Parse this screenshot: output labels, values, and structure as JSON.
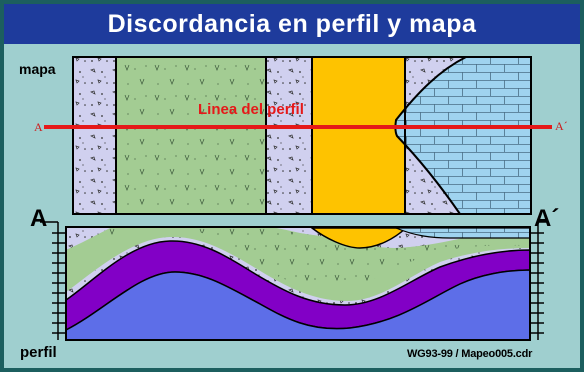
{
  "title": "Discordancia en perfil y mapa",
  "map_label": "mapa",
  "profile_label": "perfil",
  "profile_line_label": "Linea del perfil",
  "map_endpoint_left": "A",
  "map_endpoint_right": "A´",
  "profile_endpoint_left": "A",
  "profile_endpoint_right": "A´",
  "credit": "WG93-99 / Mapeo005.cdr",
  "colors": {
    "frame": "#1c5f5f",
    "background": "#9fcfcf",
    "title_bar": "#1e3b9c",
    "breccia": "#d0d0ef",
    "green_unit": "#a3cc93",
    "yellow_unit": "#fec300",
    "limestone": "#9fd3ef",
    "purple_unit": "#8200c6",
    "blue_unit": "#5d6ee8",
    "profile_line": "#e51919"
  }
}
